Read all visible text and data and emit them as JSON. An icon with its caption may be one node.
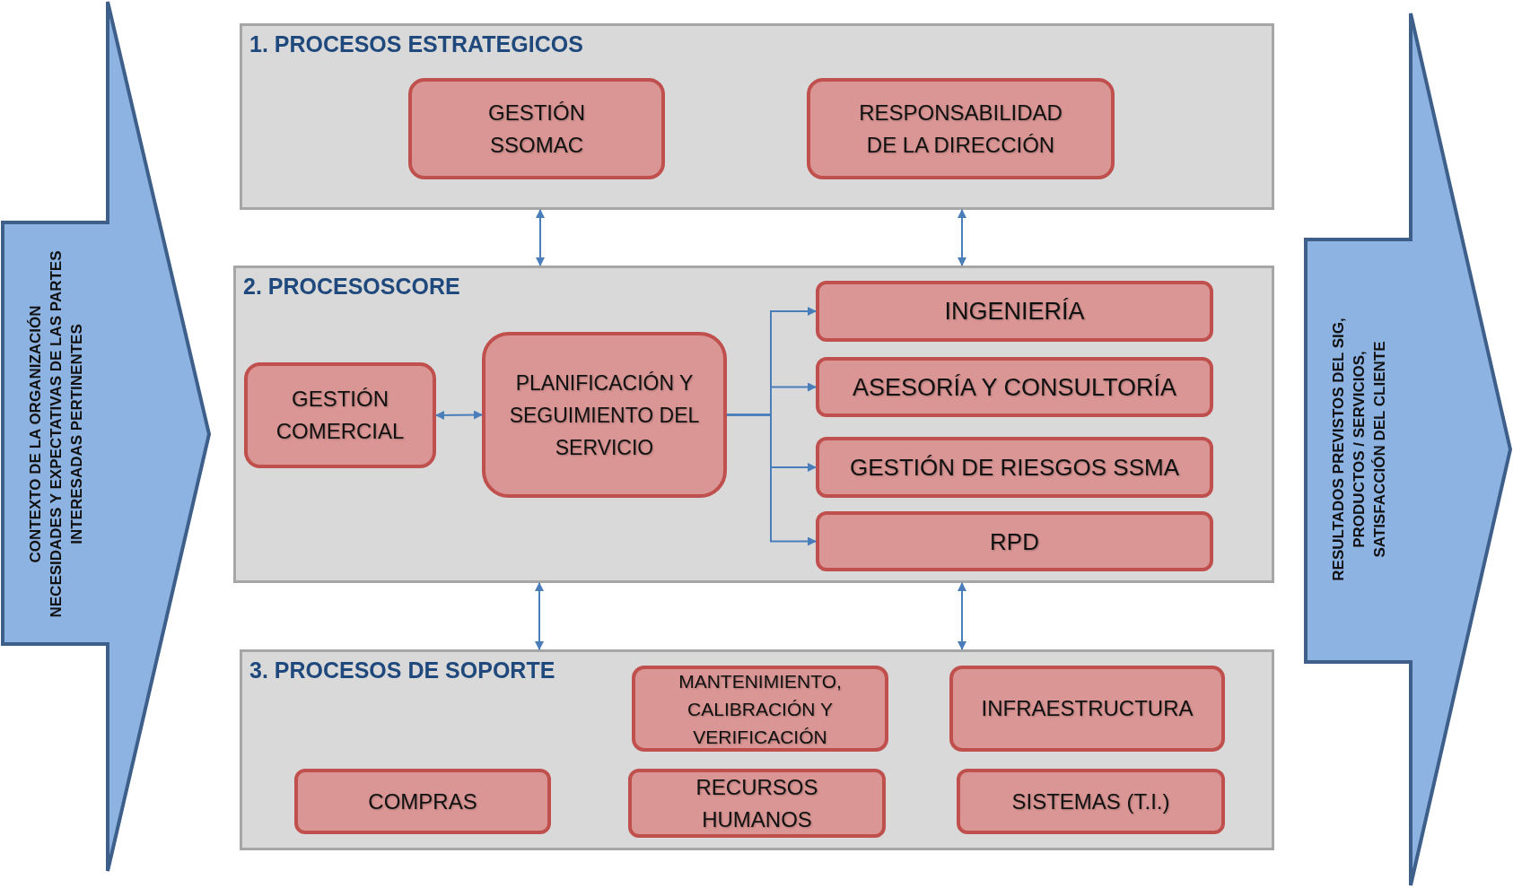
{
  "diagram": {
    "nodes": [
      {
        "text": [
          "CONTEXTO DE LA ORGANIZACIÓN",
          "NECESIDADES Y EXPECTATIVAS DE LAS PARTES INTERESADAS PERTINENTES"
        ]
      },
      {
        "text": [
          "1. PROCESOS ESTRATEGICOS"
        ]
      },
      {
        "text": [
          "GESTIÓN SSOMAC"
        ],
        "in": 1
      },
      {
        "text": [
          "RESPONSABILIDAD DE LA DIRECCIÓN"
        ],
        "in": 1
      },
      {
        "text": [
          "2. PROCESOSCORE"
        ]
      },
      {
        "text": [
          "GESTIÓN COMERCIAL"
        ],
        "in": 4
      },
      {
        "text": [
          "PLANIFICACIÓN Y SEGUIMIENTO DEL SERVICIO"
        ],
        "in": 4
      },
      {
        "text": [
          "INGENIERÍA"
        ],
        "in": 4
      },
      {
        "text": [
          "ASESORÍA Y CONSULTORÍA"
        ],
        "in": 4
      },
      {
        "text": [
          "GESTIÓN DE RIESGOS SSMA"
        ],
        "in": 4
      },
      {
        "text": [
          "RPD"
        ],
        "in": 4
      },
      {
        "text": [
          "3. PROCESOS DE SOPORTE"
        ]
      },
      {
        "text": [
          "MANTENIMIENTO, CALIBRACIÓN Y VERIFICACIÓN"
        ],
        "in": 11
      },
      {
        "text": [
          "INFRAESTRUCTURA"
        ],
        "in": 11
      },
      {
        "text": [
          "COMPRAS"
        ],
        "in": 11
      },
      {
        "text": [
          "RECURSOS HUMANOS"
        ],
        "in": 11
      },
      {
        "text": [
          "SISTEMAS (T.I.)"
        ],
        "in": 11
      },
      {
        "text": [
          "RESULTADOS PREVISTOS DEL SIG, PRODUCTOS / SERVICIOS, SATISFACCIÓN DEL CLIENTE"
        ]
      }
    ],
    "edges": [
      {
        "from": 1,
        "to": 4,
        "arrow": "both"
      },
      {
        "from": 1,
        "to": 4,
        "arrow": "both"
      },
      {
        "from": 4,
        "to": 11,
        "arrow": "both"
      },
      {
        "from": 4,
        "to": 11,
        "arrow": "both"
      },
      {
        "from": 5,
        "to": 6,
        "arrow": "both"
      },
      {
        "from": 6,
        "to": 7,
        "arrow": "to"
      },
      {
        "from": 6,
        "to": 8,
        "arrow": "to"
      },
      {
        "from": 6,
        "to": 9,
        "arrow": "to"
      },
      {
        "from": 6,
        "to": 10,
        "arrow": "to"
      }
    ]
  }
}
